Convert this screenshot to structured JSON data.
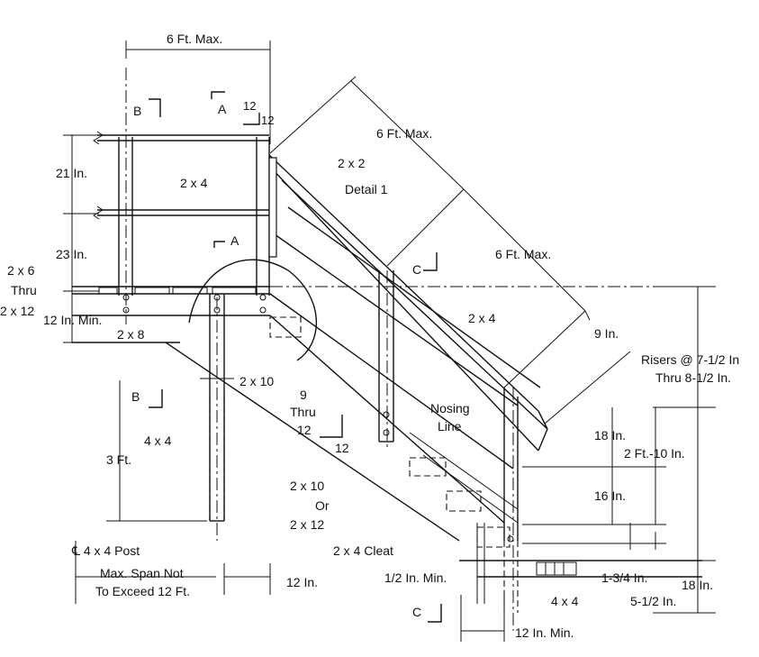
{
  "labels": {
    "dim_6ft_top": "6 Ft. Max.",
    "dim_6ft_diag_upper": "6 Ft. Max.",
    "dim_6ft_diag_lower": "6 Ft. Max.",
    "dim_9in": "9 In.",
    "dim_21in": "21 In.",
    "dim_23in": "23 In.",
    "member_2x4_top": "2 x 4",
    "member_2x2": "2 x 2",
    "detail_1": "Detail 1",
    "member_2x6_line1": "2 x 6",
    "member_2x6_line2": "Thru",
    "member_2x6_line3": "2 x 12",
    "dim_12in_min": "12 In. Min.",
    "member_2x8": "2 x 8",
    "member_2x4_rails": "2 x 4",
    "member_2x10_stringer": "2 x 10",
    "slope_9": "9",
    "slope_thru": "Thru",
    "slope_12_upper": "12",
    "slope_12_lower": "12",
    "nosing_line1": "Nosing",
    "nosing_line2": "Line",
    "risers_line1": "Risers @ 7-1/2 In",
    "risers_line2": "Thru 8-1/2 In.",
    "dim_18in_upper": "18 In.",
    "dim_2ft10": "2 Ft.-10 In.",
    "dim_16in": "16 In.",
    "member_4x4_post": "4 x 4",
    "dim_3ft": "3 Ft.",
    "member_2x10_or_line1": "2 x 10",
    "member_2x10_or_line2": "Or",
    "member_2x10_or_line3": "2 x 12",
    "member_2x4_cleat": "2 x 4 Cleat",
    "post_centerline": "℄ 4 x 4 Post",
    "max_span_line1": "Max. Span Not",
    "max_span_line2": "To Exceed 12 Ft.",
    "dim_12in_bottom": "12 In.",
    "dim_half_in_min": "1/2 In. Min.",
    "dim_1_3_4": "1-3/4 In.",
    "member_4x4_bottom": "4 x 4",
    "dim_5_1_2": "5-1/2 In.",
    "dim_18in_lower": "18 In.",
    "dim_12in_min_bottom": "12 In. Min.",
    "section_b_top": "B",
    "section_a_top": "A",
    "section_a_mid": "A",
    "section_c_mid": "C",
    "section_b_low": "B",
    "section_c_low": "C",
    "slope_top_12a": "12",
    "slope_top_12b": "12"
  }
}
